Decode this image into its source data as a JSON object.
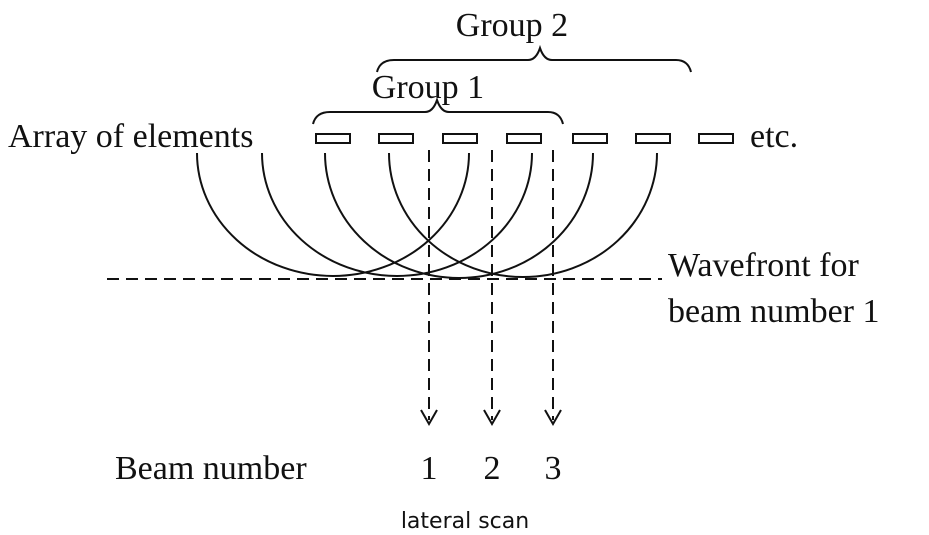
{
  "labels": {
    "group_2": "Group 2",
    "group_1": "Group 1",
    "array": "Array of elements",
    "etc": "etc.",
    "wavefront_line1": "Wavefront for",
    "wavefront_line2": "beam number 1",
    "beam_number": "Beam number",
    "beam_1": "1",
    "beam_2": "2",
    "beam_3": "3",
    "lateral_scan": "lateral scan"
  }
}
